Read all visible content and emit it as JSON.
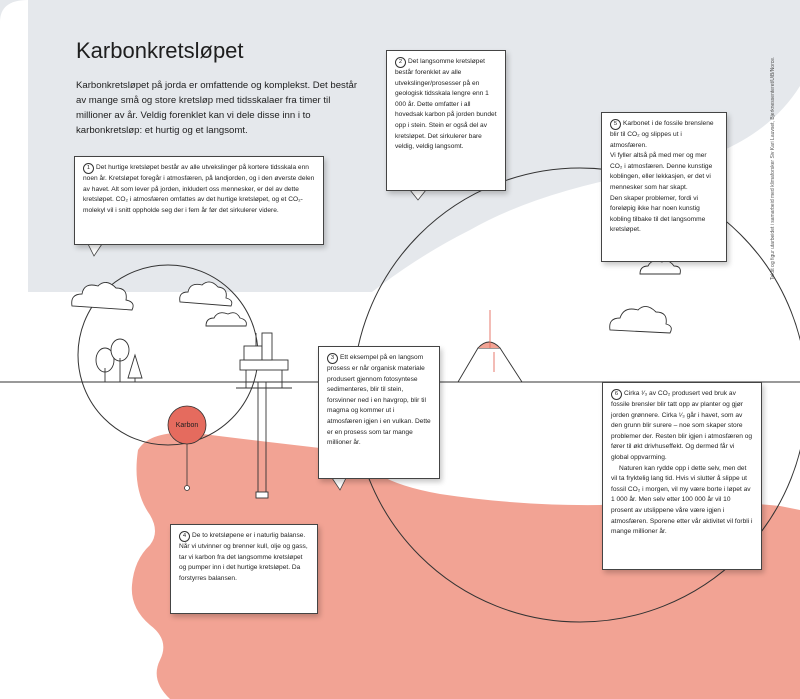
{
  "title": "Karbonkretsløpet",
  "intro": "Karbonkretsløpet på jorda er omfattende og komplekst. Det består av mange små og store kretsløp med tidsskalaer fra timer til millioner av år. Veldig forenklet kan vi dele disse inn i to karbonkretsløp: et hurtig og et langsomt.",
  "credit": "Tekst og figur utarbeidet i samarbeid med klimaforsker Siv Kari Lauvset, Bjerknessenteret/UiB/Norce.",
  "karbon_label": "Karbon",
  "colors": {
    "sea": "#f2a394",
    "sky": "#e5e8ec",
    "line": "#333333",
    "accent": "#e56b5e"
  },
  "boxes": [
    {
      "num": "1",
      "text": "Det hurtige kretsløpet består av alle utvekslinger på kortere tidsskala enn noen år. Kretsløpet foregår i atmosfæren, på landjorden, og i den øverste delen av havet. Alt som lever på jorden, inkludert oss mennesker, er del av dette kretsløpet. CO₂ i atmosfæren omfattes av det hurtige kretsløpet, og et CO₂-molekyl vil i snitt oppholde seg der i fem år før det sirkulerer videre."
    },
    {
      "num": "2",
      "text": "Det langsomme kretsløpet består forenklet av alle utvekslinger/prosesser på en geologisk tidsskala lengre enn 1 000 år. Dette omfatter i all hovedsak karbon på jorden bundet opp i stein. Stein er også del av kretsløpet. Det sirkulerer bare veldig, veldig langsomt."
    },
    {
      "num": "3",
      "text": "Ett eksempel på en langsom prosess er når organisk materiale produsert gjennom fotosyntese sedimenteres, blir til stein, forsvinner ned i en havgrop, blir til magma og kommer ut i atmosfæren igjen i en vulkan. Dette er en prosess som tar mange millioner år."
    },
    {
      "num": "4",
      "text": "De to kretsløpene er i naturlig balanse. Når vi utvinner og brenner kull, olje og gass, tar vi karbon fra det langsomme kretsløpet og pumper inn i det hurtige kretsløpet. Da forstyrres balansen."
    },
    {
      "num": "5",
      "paragraphs": [
        "Karbonet i de fossile brenslene blir til CO₂ og slippes ut i atmosfæren.",
        "Vi fyller altså på med mer og mer CO₂ i atmosfæren. Denne kunstige koblingen, eller lekkasjen, er det vi mennesker som har skapt.",
        "Den skaper problemer, fordi vi foreløpig ikke har noen kunstig kobling tilbake til det langsomme kretsløpet."
      ]
    },
    {
      "num": "6",
      "paragraphs": [
        "Cirka ¹⁄₃ av CO₂ produsert ved bruk av fossile brensler blir tatt opp av planter og gjør jorden grønnere. Cirka ¹⁄₃ går i havet, som av den grunn blir surere – noe som skaper store problemer der. Resten blir igjen i atmosfæren og fører til økt drivhuseffekt. Og dermed får vi global oppvarming.",
        "Naturen kan rydde opp i dette selv, men det vil ta fryktelig lang tid. Hvis vi slutter å slippe ut fossil CO₂ i morgen, vil my være borte i løpet av 1 000 år. Men selv etter 100 000 år vil 10 prosent av utslippene våre være igjen i atmosfæren. Sporene etter vår aktivitet vil forbli i mange millioner år."
      ]
    }
  ]
}
